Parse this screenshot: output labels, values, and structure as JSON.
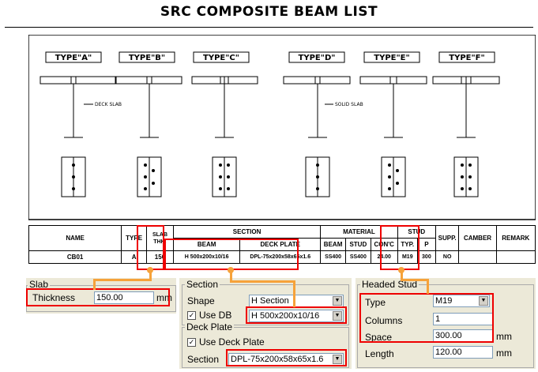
{
  "title": "SRC COMPOSITE BEAM LIST",
  "drawing": {
    "types": [
      "TYPE\"A\"",
      "TYPE\"B\"",
      "TYPE\"C\"",
      "TYPE\"D\"",
      "TYPE\"E\"",
      "TYPE\"F\""
    ],
    "note_deck": "DECK SLAB",
    "note_solid": "SOLID SLAB"
  },
  "table": {
    "headers": {
      "name": "NAME",
      "type": "TYPE",
      "slab_thk_1": "SLAB",
      "slab_thk_2": "THK.",
      "section": "SECTION",
      "beam": "BEAM",
      "deck_plate": "DECK PLATE",
      "material": "MATERIAL",
      "mat_beam": "BEAM",
      "mat_stud": "STUD",
      "mat_conc": "CON'C",
      "stud": "STUD",
      "typ": "TYP.",
      "p": "P",
      "supp": "SUPP.",
      "camber": "CAMBER",
      "remark": "REMARK"
    },
    "row": {
      "name": "CB01",
      "type": "A",
      "slab_thk": "150",
      "beam": "H 500x200x10/16",
      "deck_plate": "DPL-75x200x58x65x1.6",
      "mat_beam": "SS400",
      "mat_stud": "SS400",
      "mat_conc": "24.00",
      "stud_typ": "M19",
      "stud_p": "300",
      "supp": "NO",
      "camber": "",
      "remark": ""
    }
  },
  "slab_panel": {
    "group": "Slab",
    "thickness_label": "Thickness",
    "thickness_value": "150.00",
    "unit": "mm"
  },
  "section_panel": {
    "group": "Section",
    "shape_label": "Shape",
    "shape_value": "H Section",
    "use_db_label": "Use DB",
    "use_db_checked": true,
    "db_value": "H 500x200x10/16"
  },
  "deck_panel": {
    "group": "Deck Plate",
    "use_deck_label": "Use Deck Plate",
    "use_deck_checked": true,
    "section_label": "Section",
    "section_value": "DPL-75x200x58x65x1.6"
  },
  "stud_panel": {
    "group": "Headed Stud",
    "type_label": "Type",
    "type_value": "M19",
    "columns_label": "Columns",
    "columns_value": "1",
    "space_label": "Space",
    "space_value": "300.00",
    "length_label": "Length",
    "length_value": "120.00",
    "unit": "mm"
  },
  "colors": {
    "highlight": "#e00000",
    "connector": "#f6a23a",
    "dialog": "#ece9d8"
  }
}
